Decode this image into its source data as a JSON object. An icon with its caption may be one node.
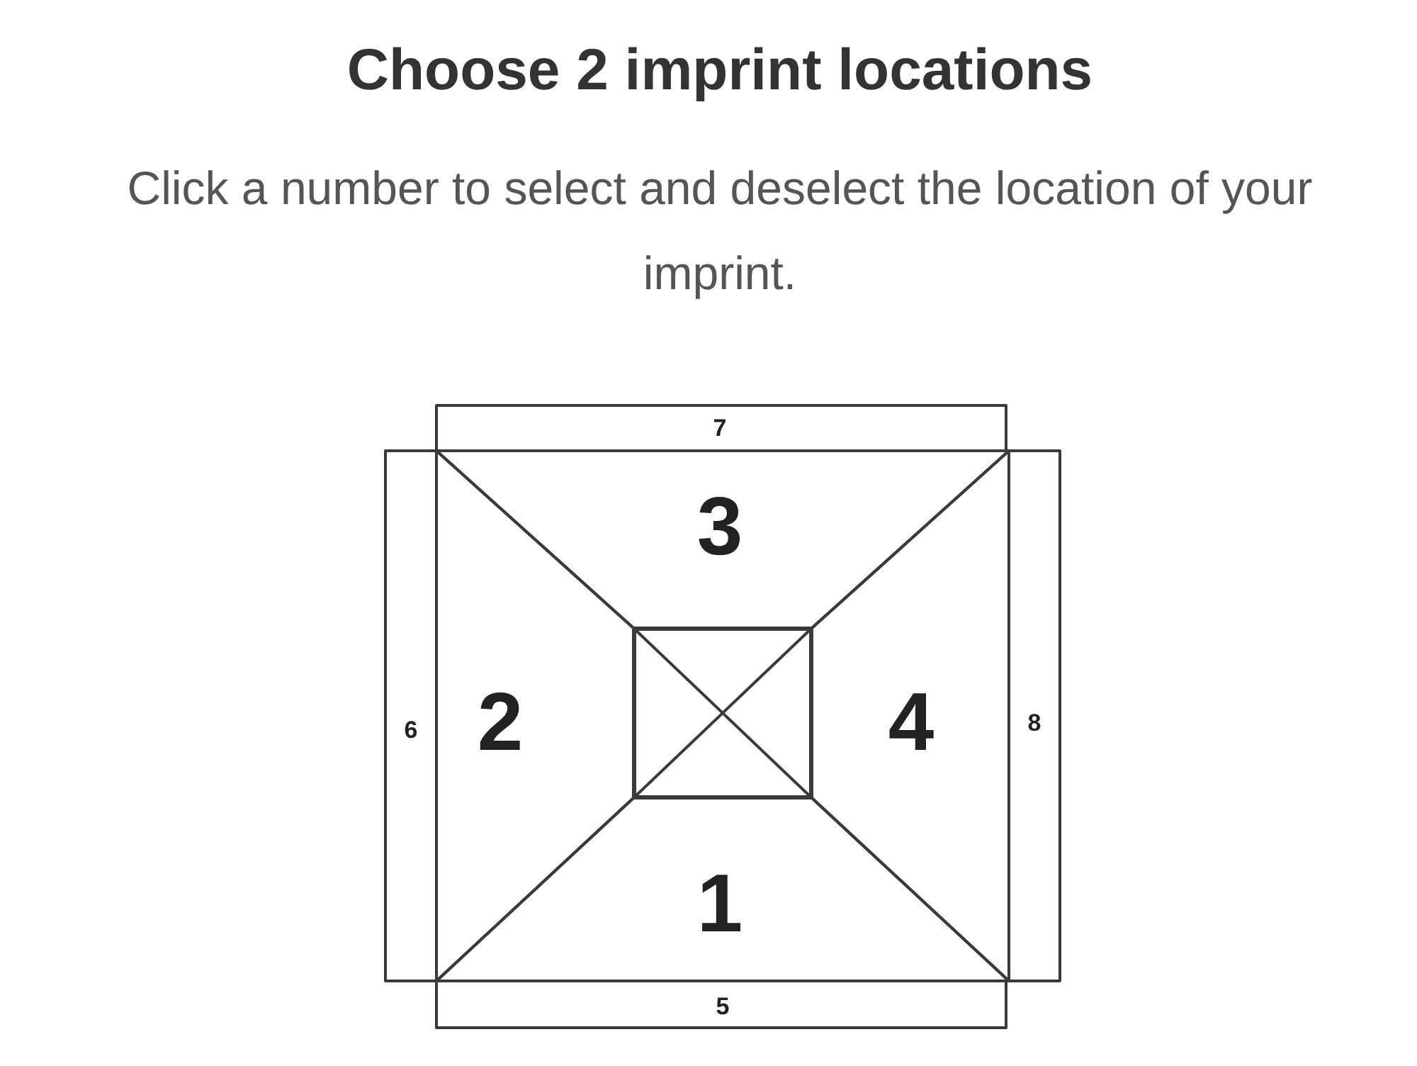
{
  "diagram": {
    "title": "Choose 2 imprint locations",
    "nodes": [
      {
        "text": [
          "7"
        ]
      },
      {
        "text": [
          "3"
        ]
      },
      {
        "text": [
          "6"
        ]
      },
      {
        "text": [
          "2"
        ]
      },
      {
        "text": [
          "4"
        ]
      },
      {
        "text": [
          "8"
        ]
      },
      {
        "text": [
          "1"
        ]
      },
      {
        "text": [
          "5"
        ]
      }
    ],
    "labels": [
      "Click a number to select and deselect the location of your imprint."
    ]
  }
}
